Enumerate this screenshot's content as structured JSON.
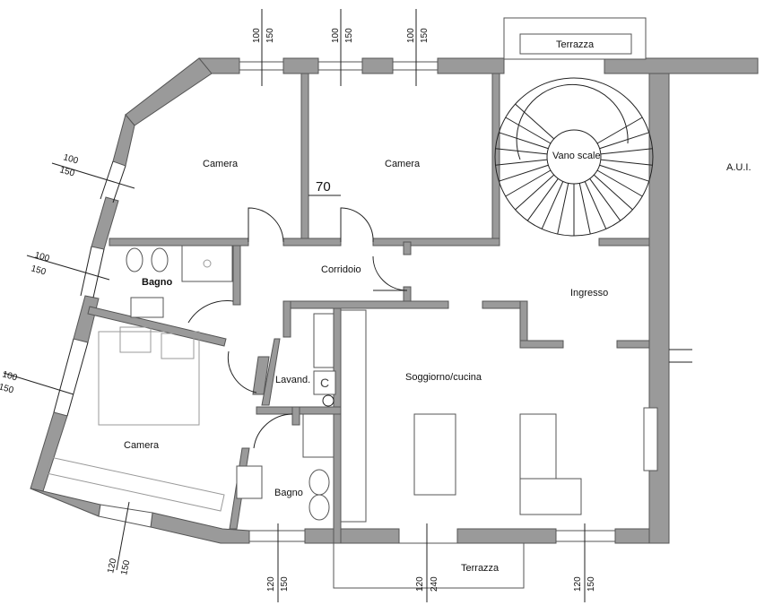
{
  "rooms": {
    "camera_top_left": "Camera",
    "camera_top_center": "Camera",
    "vano_scale": "Vano scale",
    "aui": "A.U.I.",
    "corridoio": "Corridoio",
    "ingresso": "Ingresso",
    "bagno_upper": "Bagno",
    "lavand": "Lavand.",
    "lavand_letter": "C",
    "soggiorno": "Soggiorno/cucina",
    "camera_bottom": "Camera",
    "bagno_lower": "Bagno",
    "terrazza_top": "Terrazza",
    "terrazza_bottom": "Terrazza"
  },
  "dimensions": {
    "top_w1_a": "100",
    "top_w1_b": "150",
    "top_w2_a": "100",
    "top_w2_b": "150",
    "top_w3_a": "100",
    "top_w3_b": "150",
    "corridor_width": "70",
    "left_w1_a": "100",
    "left_w1_b": "150",
    "left_w2_a": "100",
    "left_w2_b": "150",
    "left_w3_a": "100",
    "left_w3_b": "150",
    "bl_a": "120",
    "bl_b": "150",
    "b1_a": "120",
    "b1_b": "150",
    "b2_a": "120",
    "b2_b": "240",
    "b3_a": "120",
    "b3_b": "150"
  }
}
